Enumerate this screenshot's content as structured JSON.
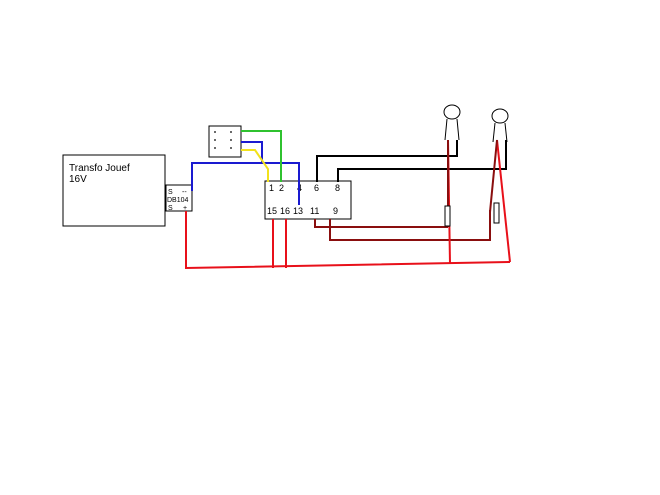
{
  "transformer": {
    "line1": "Transfo Jouef",
    "line2": "16V"
  },
  "bridge": {
    "name": "DB104",
    "pin_s_top": "S",
    "pin_minus": "--",
    "pin_s_bottom": "S",
    "pin_plus": "+"
  },
  "module": {
    "pin_1": "1",
    "pin_2": "2",
    "pin_4": "4",
    "pin_6": "6",
    "pin_8": "8",
    "pin_15": "15",
    "pin_16": "16",
    "pin_13": "13",
    "pin_11": "11",
    "pin_9": "9"
  },
  "colors": {
    "red": "#e8101a",
    "dark_red": "#8a0e0e",
    "blue": "#1a1ad0",
    "yellow": "#f2e21c",
    "green": "#2fc22f",
    "black": "#000000"
  }
}
